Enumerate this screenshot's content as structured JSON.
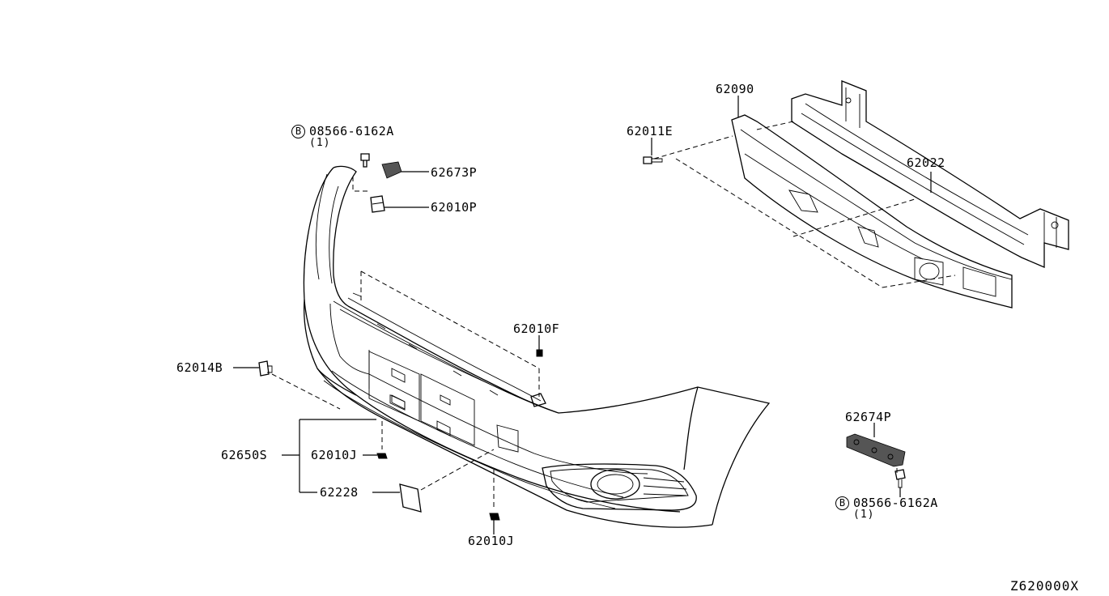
{
  "labels": {
    "bolt_top_part": "08566-6162A",
    "bolt_top_qty": "(1)",
    "bolt_bottom_part": "08566-6162A",
    "bolt_bottom_qty": "(1)",
    "p62673P": "62673P",
    "p62010P": "62010P",
    "p62011E": "62011E",
    "p62090": "62090",
    "p62022": "62022",
    "p62010F": "62010F",
    "p62014B": "62014B",
    "p62650S": "62650S",
    "p62010J_a": "62010J",
    "p62228": "62228",
    "p62010J_b": "62010J",
    "p62674P": "62674P"
  },
  "bolt_symbol": "B",
  "diagram_ref": "Z620000X"
}
